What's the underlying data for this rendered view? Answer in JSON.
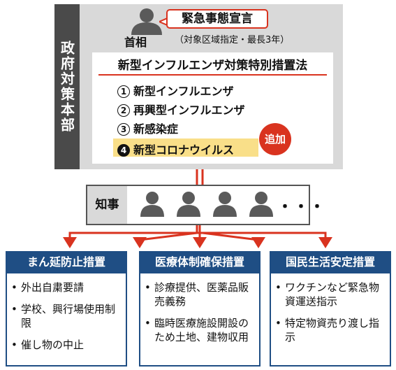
{
  "hq": {
    "label": "政府対策本部",
    "pm_label": "首相",
    "declaration": "緊急事態宣言",
    "declaration_note": "（対象区域指定・最長3年）",
    "law_title": "新型インフルエンザ対策特別措置法",
    "law_items": [
      {
        "num": "1",
        "text": "新型インフルエンザ"
      },
      {
        "num": "2",
        "text": "再興型インフルエンザ"
      },
      {
        "num": "3",
        "text": "新感染症"
      },
      {
        "num": "4",
        "text": "新型コロナウイルス"
      }
    ],
    "added_badge": "追加"
  },
  "governor": {
    "label": "知事",
    "ellipsis": "・・・"
  },
  "measures": [
    {
      "title": "まん延防止措置",
      "items": [
        "外出自粛要請",
        "学校、興行場使用制限",
        "催し物の中止"
      ]
    },
    {
      "title": "医療体制確保措置",
      "items": [
        "診療提供、医薬品販売義務",
        "臨時医療施設開設のため土地、建物収用"
      ]
    },
    {
      "title": "国民生活安定措置",
      "items": [
        "ワクチンなど緊急物資運送指示",
        "特定物資売り渡し指示"
      ]
    }
  ],
  "colors": {
    "accent_red": "#d9331f",
    "navy": "#1f4e84",
    "gray_bg": "#d9d9d9",
    "dark_gray": "#4a4a4a",
    "highlight_yellow": "#f9df89",
    "person_gray": "#5a5a5a"
  }
}
